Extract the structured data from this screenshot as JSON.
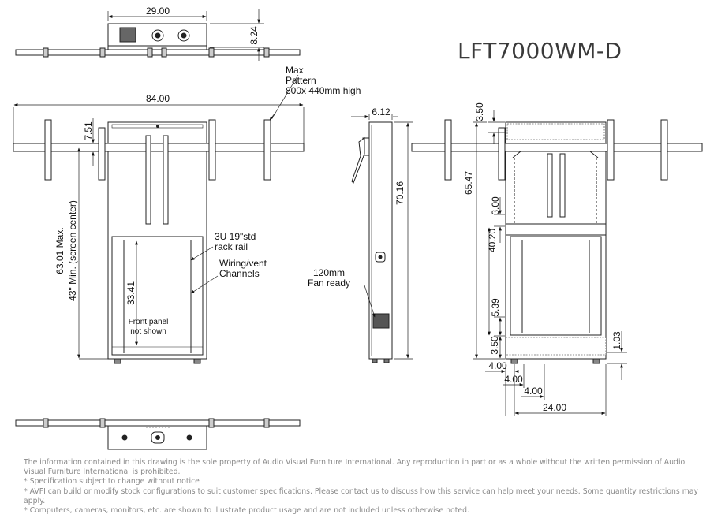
{
  "model": "LFT7000WM-D",
  "dimensions": {
    "top_width": "29.00",
    "top_depth": "8.24",
    "front_width": "84.00",
    "rail_offset": "7.51",
    "screen_center": "63.01 Max.\n43\" Min. (screen center)",
    "screen_center_max": "63.01 Max.",
    "screen_center_min": "43\" Min. (screen center)",
    "rack_height": "33.41",
    "side_depth": "6.12",
    "side_height": "70.16",
    "right_top_offset": "3.50",
    "right_total_height": "65.47",
    "right_gap": "3.00",
    "right_middle": "40.20",
    "right_lower": "5.39",
    "right_bottom": "3.50",
    "right_foot": "1.03",
    "base_a": "4.00",
    "base_b": "4.00",
    "base_c": "4.00",
    "base_width": "24.00"
  },
  "callouts": {
    "max_pattern_1": "Max",
    "max_pattern_2": "Pattern",
    "max_pattern_3": "800x 440mm high",
    "rack_1": "3U  19\"std",
    "rack_2": "rack rail",
    "wiring_1": "Wiring/vent",
    "wiring_2": "Channels",
    "fan_1": "120mm",
    "fan_2": "Fan ready",
    "front_panel_1": "Front panel",
    "front_panel_2": "not shown"
  },
  "footer": {
    "line1": "The information contained in this drawing is the sole property of Audio Visual Furniture International. Any reproduction in part or as a whole without the written permission of Audio Visual Furniture International is prohibited.",
    "line2": "* Specification subject to change without notice",
    "line3": "* AVFI can build or modify stock configurations to suit customer specifications. Please contact us to discuss how this service can help meet your needs. Some quantity restrictions may apply.",
    "line4": "* Computers, cameras, monitors, etc. are shown to illustrate product usage and are not included unless otherwise noted."
  }
}
